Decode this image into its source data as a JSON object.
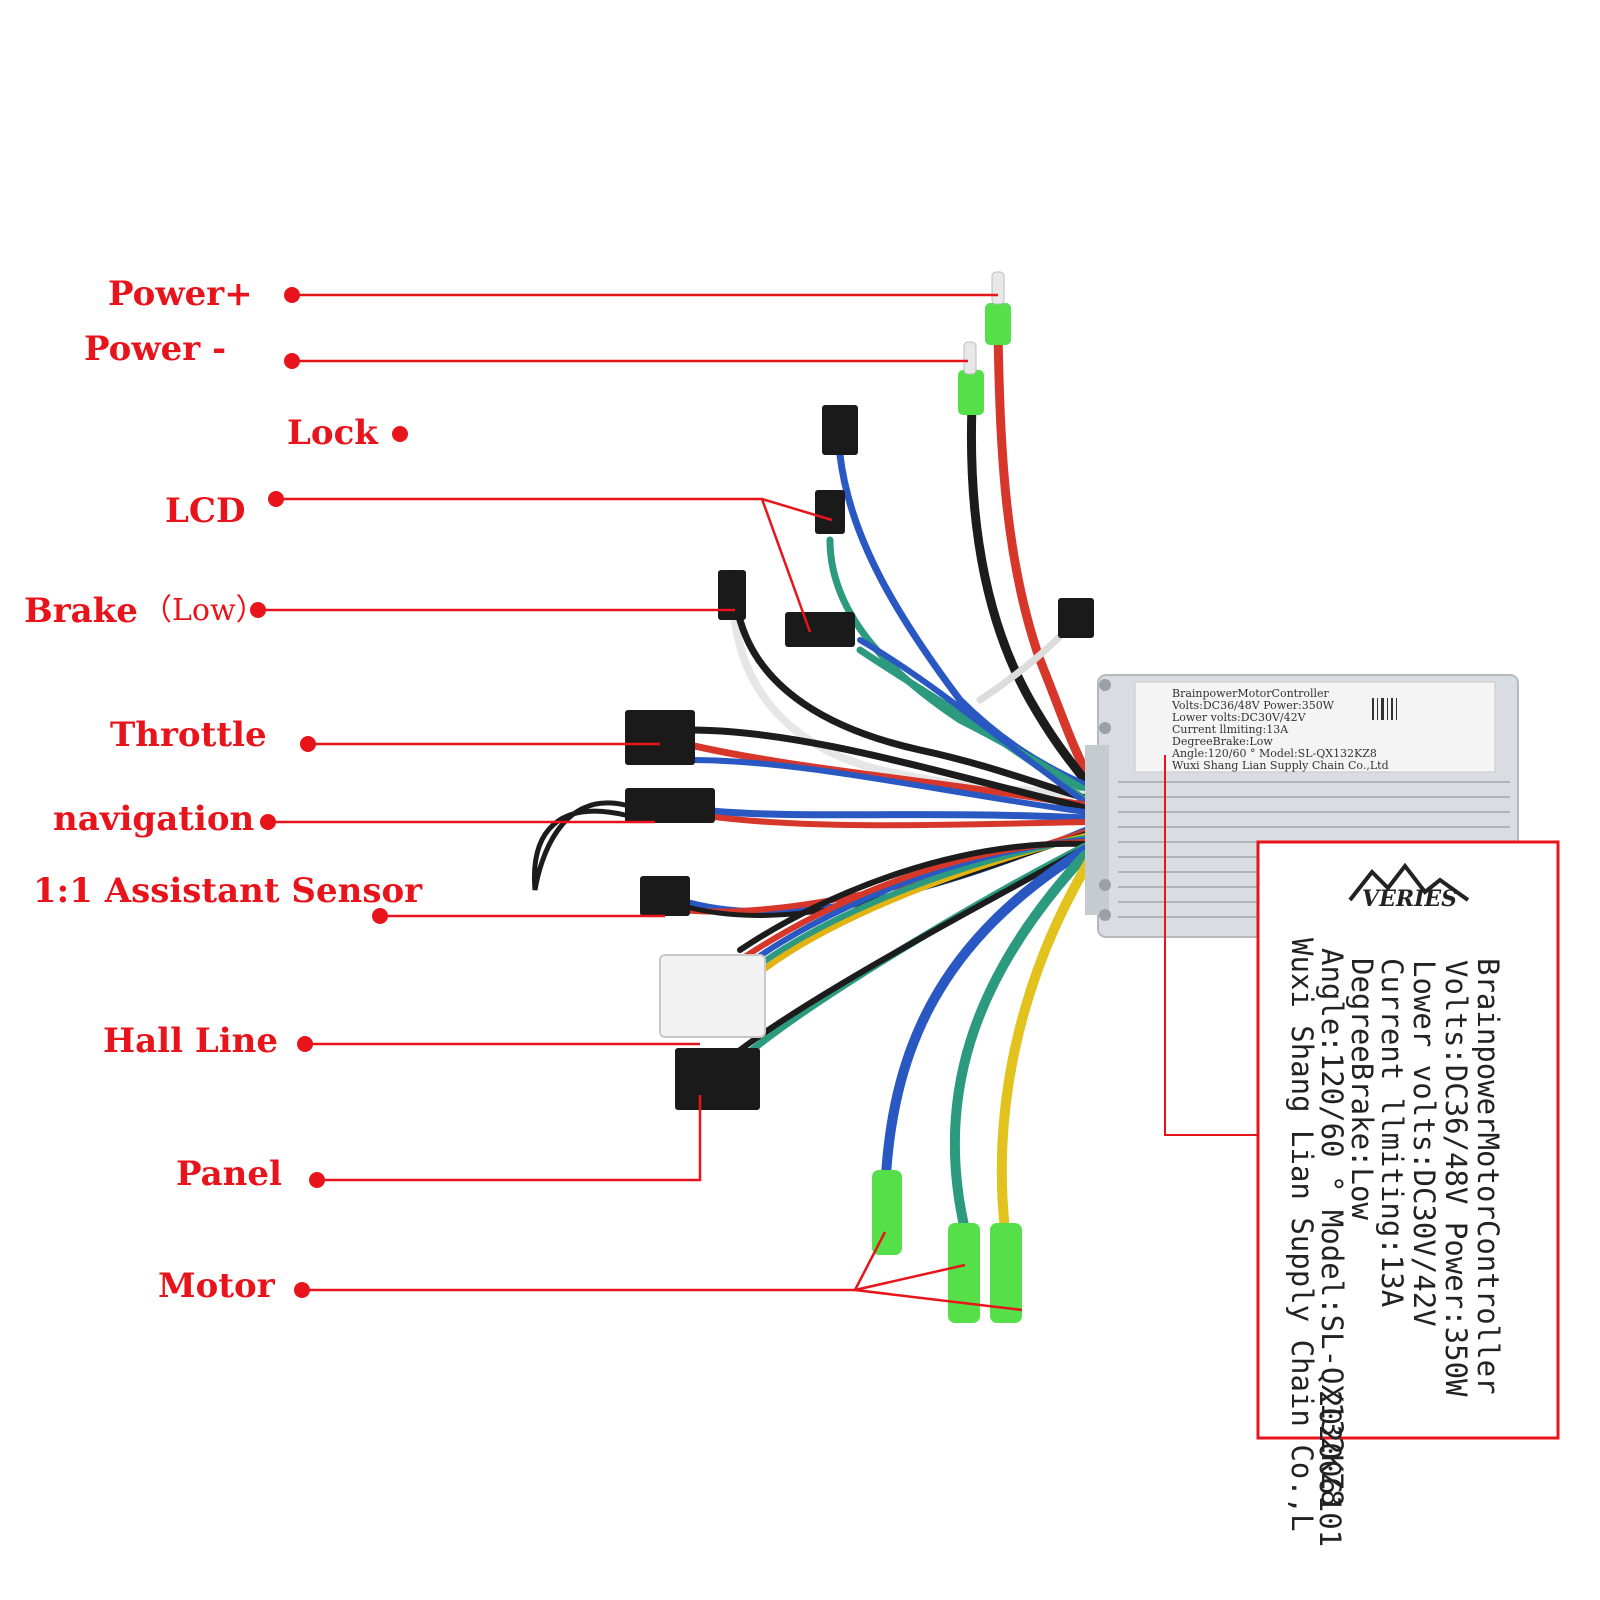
{
  "colors": {
    "label": "#e8141b",
    "line": "#e8141b",
    "controller_body": "#d9dde1",
    "connector": "#1a1a1a",
    "terminal": "#55e04a"
  },
  "labels": {
    "power_plus": "Power+",
    "power_minus": "Power -",
    "lock": "Lock",
    "lcd": "LCD",
    "brake": "Brake",
    "brake_note": "（Low）",
    "throttle": "Throttle",
    "navigation": "navigation",
    "assistant": "1:1 Assistant Sensor",
    "hall": "Hall Line",
    "panel": "Panel",
    "motor": "Motor"
  },
  "nameplate": {
    "brand": "VERIES",
    "line1": "BrainpowerMotorController",
    "line2": "Volts:DC36/48V  Power:350W",
    "line3": "Lower volts:DC30V/42V",
    "line4": "Current llmiting:13A",
    "line5": "DegreeBrake:Low",
    "line6": "Angle:120/60 ° Model:SL-QX132KZ8",
    "line7": "Wuxi Shang Lian Supply Chain Co.,L",
    "line8": "202006101"
  },
  "small_plate": {
    "line1": "BrainpowerMotorController",
    "line2": "Volts:DC36/48V  Power:350W",
    "line3": "Lower volts:DC30V/42V",
    "line4": "Current llmiting:13A",
    "line5": "DegreeBrake:Low",
    "line6": "Angle:120/60 ° Model:SL-QX132KZ8",
    "line7": "Wuxi Shang Lian Supply Chain Co.,Ltd"
  }
}
